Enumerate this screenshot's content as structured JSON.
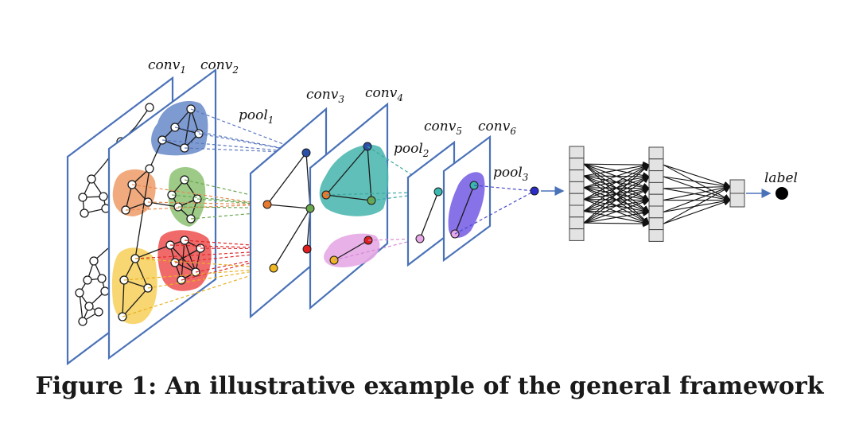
{
  "labels": {
    "conv1": "conv",
    "conv1_sub": "1",
    "conv2": "conv",
    "conv2_sub": "2",
    "pool1": "pool",
    "pool1_sub": "1",
    "conv3": "conv",
    "conv3_sub": "3",
    "conv4": "conv",
    "conv4_sub": "4",
    "pool2": "pool",
    "pool2_sub": "2",
    "conv5": "conv",
    "conv5_sub": "5",
    "conv6": "conv",
    "conv6_sub": "6",
    "pool3": "pool",
    "pool3_sub": "3",
    "output": "label"
  },
  "caption": "Figure 1: An illustrative example of the general framework",
  "colors": {
    "plane_border": "#4a72b8",
    "cluster_blue": "#6f8fcc",
    "cluster_orange": "#f0a070",
    "cluster_green": "#92c47a",
    "cluster_red": "#f05a5a",
    "cluster_yellow": "#f7d262",
    "cluster_teal": "#4fb8b0",
    "cluster_pink": "#e6a8e6",
    "cluster_purple": "#7a63e6",
    "arrow": "#4a72b8"
  }
}
